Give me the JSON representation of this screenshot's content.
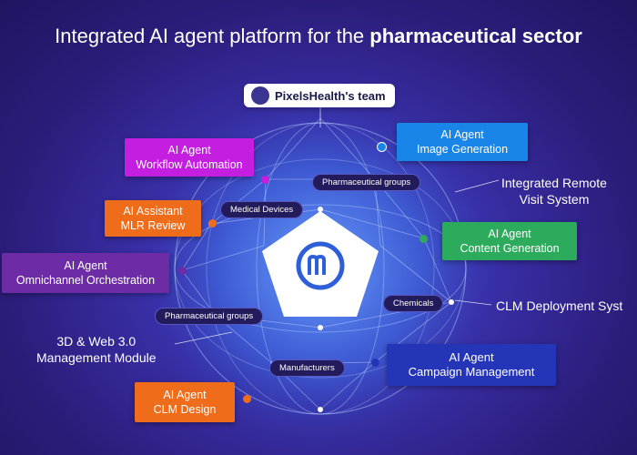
{
  "title": {
    "prefix": "Integrated AI agent platform for the ",
    "bold": "pharmaceutical sector"
  },
  "team": {
    "label": "PixelsHealth's team",
    "icon": "team-icon"
  },
  "boxes": {
    "workflow": {
      "line1": "AI Agent",
      "line2": "Workflow Automation",
      "color": "#c41ee0"
    },
    "image": {
      "line1": "AI Agent",
      "line2": "Image Generation",
      "color": "#1a85e8"
    },
    "mlr": {
      "line1": "AI Assistant",
      "line2": "MLR Review",
      "color": "#ef6c1a"
    },
    "content": {
      "line1": "AI Agent",
      "line2": "Content Generation",
      "color": "#2dab5c"
    },
    "omni": {
      "line1": "AI Agent",
      "line2": "Omnichannel Orchestration",
      "color": "#6d2ca6"
    },
    "campaign": {
      "line1": "AI Agent",
      "line2": "Campaign Management",
      "color": "#2535b8"
    },
    "clm_design": {
      "line1": "AI Agent",
      "line2": "CLM Design",
      "color": "#ef6c1a"
    }
  },
  "plain": {
    "remote": {
      "line1": "Integrated Remote",
      "line2": "Visit System"
    },
    "clm_deploy": {
      "line1": "CLM Deployment Syst"
    },
    "web3": {
      "line1": "3D & Web 3.0",
      "line2": "Management Module"
    }
  },
  "pills": {
    "pharma_top": "Pharmaceutical groups",
    "medical": "Medical Devices",
    "chemicals": "Chemicals",
    "pharma_bottom": "Pharmaceutical groups",
    "manufacturers": "Manufacturers"
  },
  "logo": {
    "icon": "m-logo-icon",
    "color": "#2f5fd8"
  }
}
